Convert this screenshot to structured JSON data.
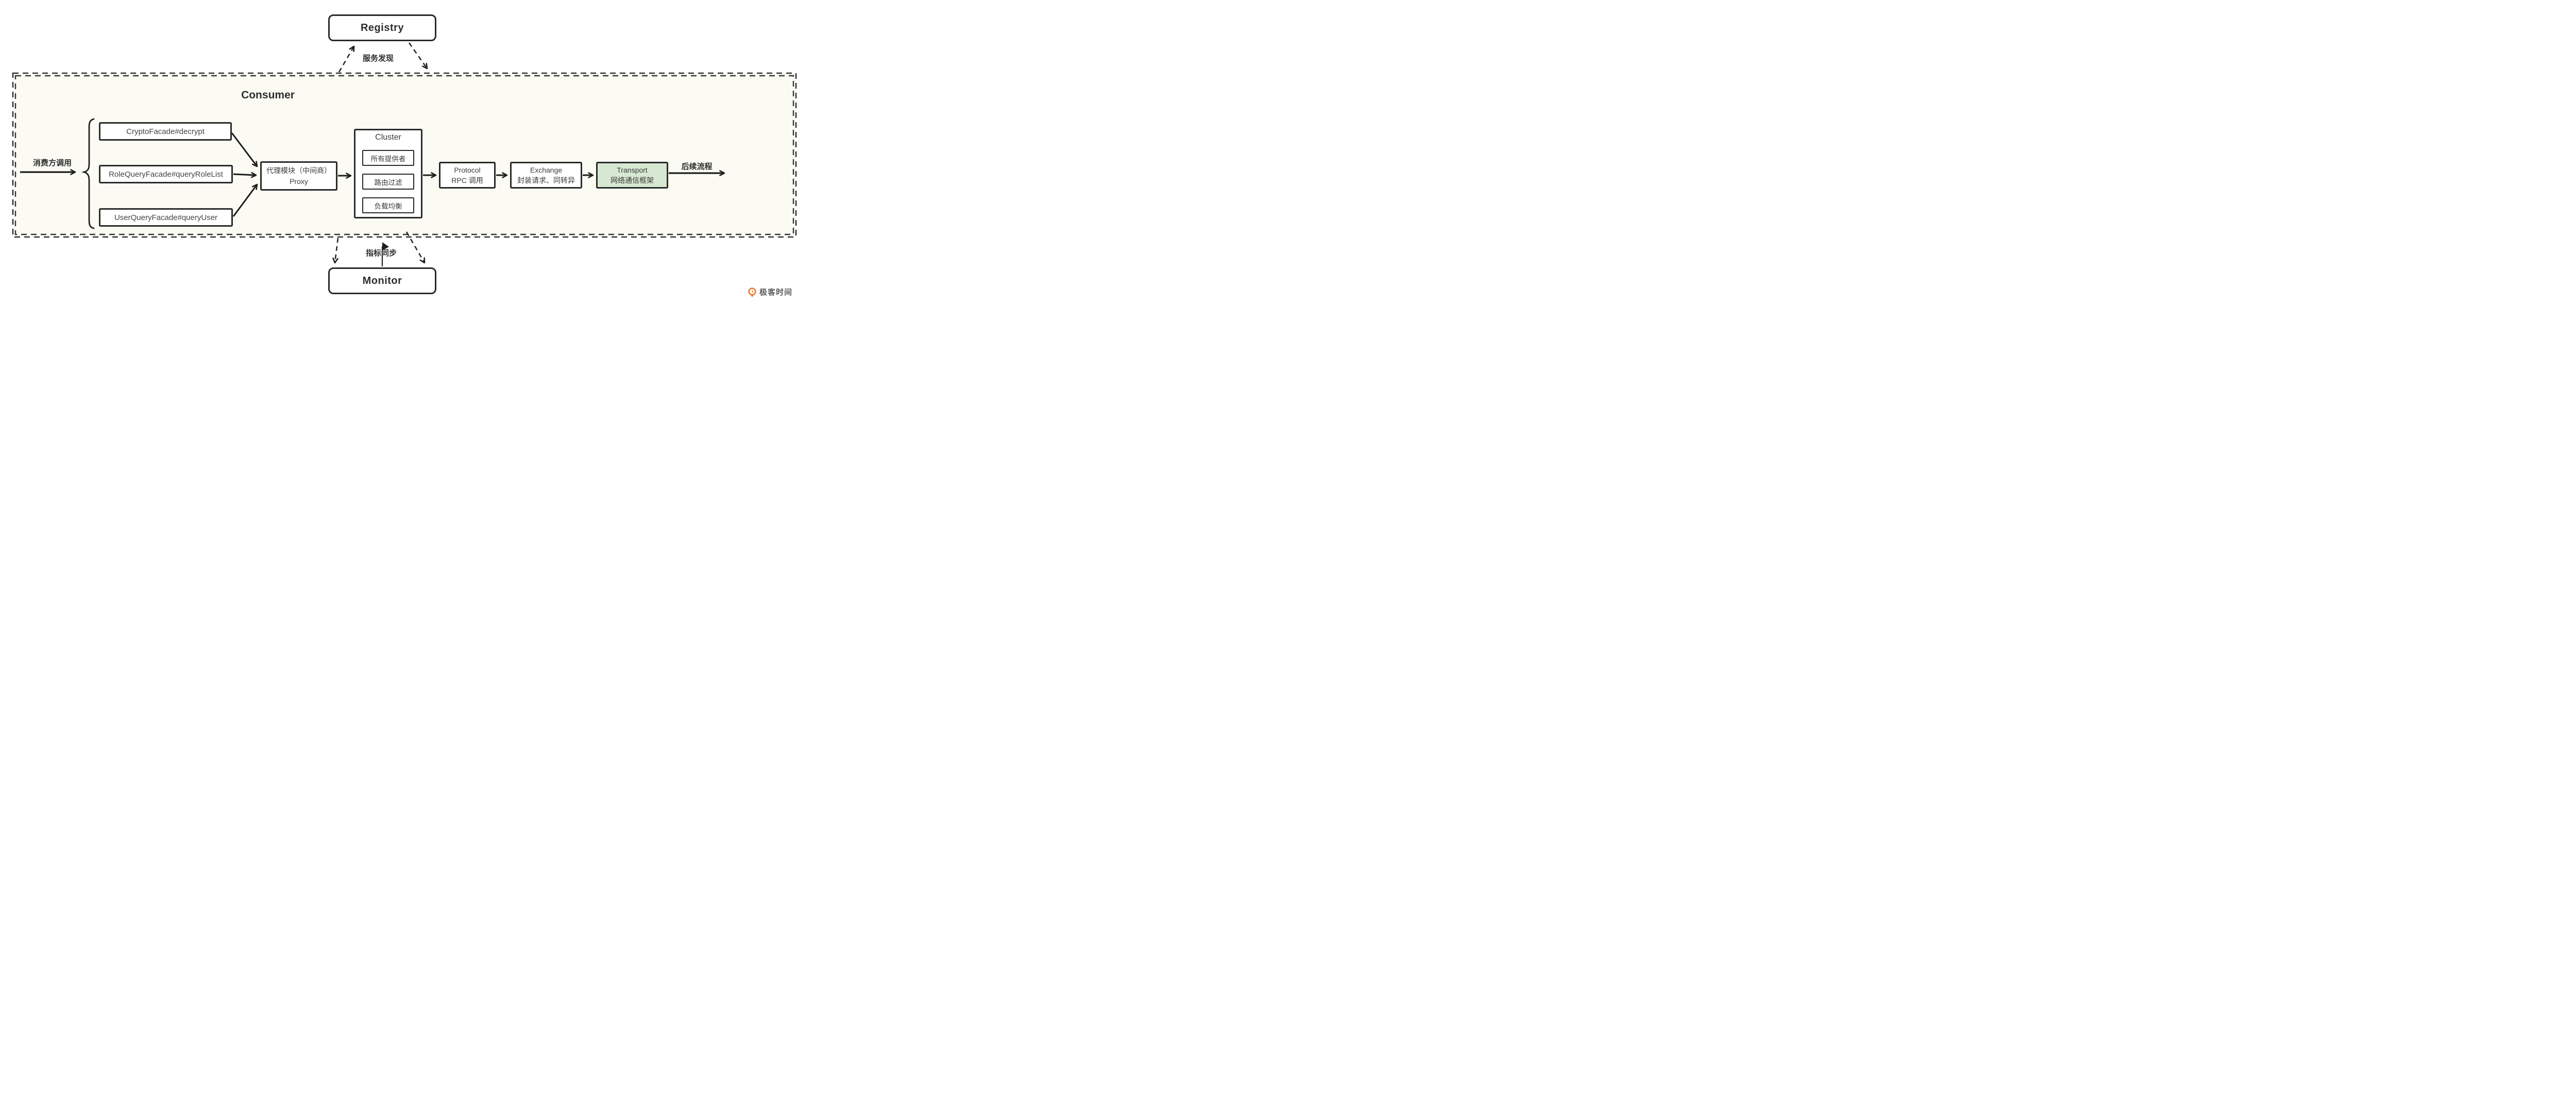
{
  "colors": {
    "ink": "#2a2a2a",
    "consumer_background": "#fbfbf4",
    "transport_background": "#d7e8d2",
    "logo_orange": "#ee7d2f",
    "label_text": "#2e2e2e"
  },
  "registry": {
    "label": "Registry"
  },
  "monitor": {
    "label": "Monitor"
  },
  "consumer": {
    "label": "Consumer"
  },
  "edge_labels": {
    "service_discovery": "服务发现",
    "metrics_sync": "指标同步",
    "consumer_call": "消费方调用",
    "next_steps": "后续流程"
  },
  "facades": [
    {
      "label": "CryptoFacade#decrypt"
    },
    {
      "label": "RoleQueryFacade#queryRoleList"
    },
    {
      "label": "UserQueryFacade#queryUser"
    }
  ],
  "proxy": {
    "line1": "代理模块（中间商）",
    "line2": "Proxy"
  },
  "cluster": {
    "title": "Cluster",
    "steps": [
      {
        "label": "所有提供者"
      },
      {
        "label": "路由过滤"
      },
      {
        "label": "负载均衡"
      }
    ]
  },
  "protocol": {
    "line1": "Protocol",
    "line2": "RPC 调用"
  },
  "exchange": {
    "line1": "Exchange",
    "line2": "封装请求、同转异"
  },
  "transport": {
    "line1": "Transport",
    "line2": "网络通信框架"
  },
  "logo": {
    "text": "极客时间"
  }
}
